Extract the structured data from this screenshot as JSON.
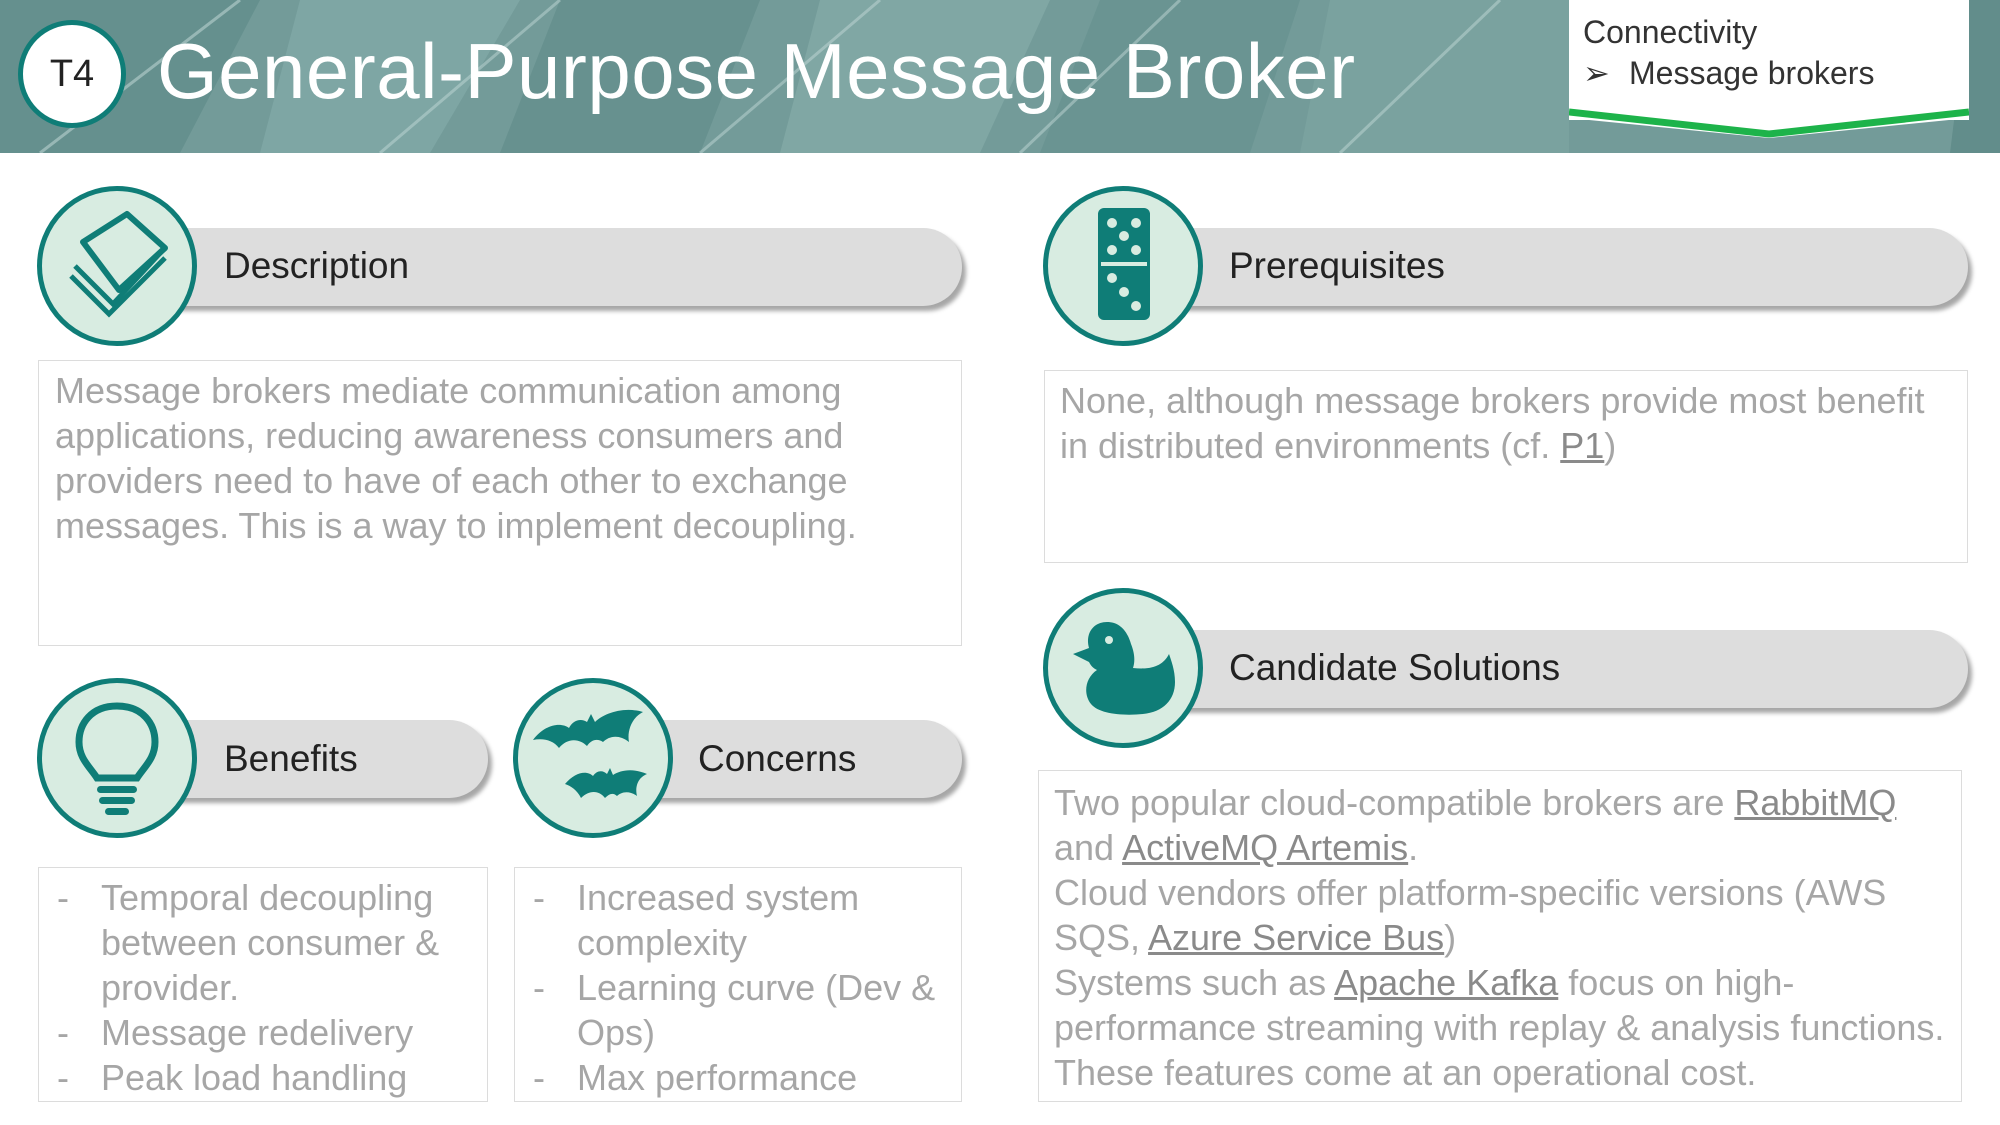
{
  "header": {
    "code": "T4",
    "title": "General-Purpose Message Broker",
    "nav": {
      "category": "Connectivity",
      "arrow": "➢",
      "item": "Message brokers"
    }
  },
  "colors": {
    "teal": "#0f7d77",
    "icon_bg": "#d8ece1",
    "pill": "#dddddd",
    "accent_green": "#1db34a",
    "body_text": "#a6a6a6"
  },
  "description": {
    "label": "Description",
    "icon": "sticky-notes-icon",
    "text": "Message brokers mediate communication among applications, reducing awareness consumers and providers need to have of each other to exchange messages. This is a way to implement decoupling."
  },
  "prerequisites": {
    "label": "Prerequisites",
    "icon": "domino-icon",
    "text_before": "None, although message brokers provide most benefit in distributed environments (cf. ",
    "link": "P1",
    "text_after": ")"
  },
  "benefits": {
    "label": "Benefits",
    "icon": "lightbulb-icon",
    "items": [
      "Temporal decoupling between consumer & provider.",
      "Message redelivery",
      "Peak load handling"
    ]
  },
  "concerns": {
    "label": "Concerns",
    "icon": "bats-icon",
    "items": [
      "Increased system complexity",
      "Learning curve (Dev & Ops)",
      "Max performance"
    ]
  },
  "solutions": {
    "label": "Candidate Solutions",
    "icon": "rubber-duck-icon",
    "p1_a": "Two popular cloud-compatible brokers are ",
    "p1_link1": "RabbitMQ",
    "p1_b": " and ",
    "p1_link2": "ActiveMQ Artemis",
    "p1_c": ".",
    "p2_a": "Cloud vendors offer platform-specific versions (AWS SQS, ",
    "p2_link": "Azure Service Bus",
    "p2_b": ")",
    "p3_a": "Systems such as ",
    "p3_link": "Apache Kafka",
    "p3_b": " focus on high-performance streaming with replay & analysis functions. These features come at an operational cost."
  }
}
